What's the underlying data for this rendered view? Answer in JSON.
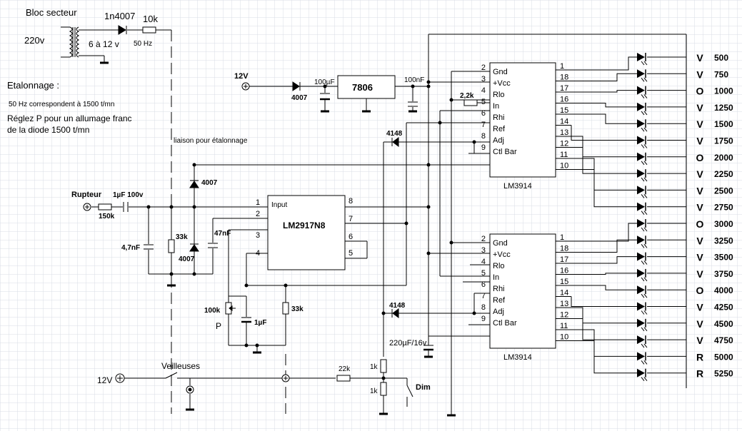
{
  "colors": {
    "wire": "#000000",
    "grid": "#d9dde6",
    "background": "#ffffff"
  },
  "supply": {
    "title": "Bloc secteur",
    "diode": "1n4007",
    "resistor": "10k",
    "primary": "220v",
    "secondary": "6 à 12 v",
    "freq": "50  Hz"
  },
  "calibration": {
    "title": "Etalonnage :",
    "line1": "50  Hz correspondent à 1500 t/mn",
    "line2": "Réglez P pour un allumage franc",
    "line3": "de la diode 1500 t/mn",
    "link": "liaison pour étalonnage"
  },
  "power": {
    "input": "12V",
    "diode": "4007",
    "cap_in": "100µF",
    "regulator": "7806",
    "cap_out": "100nF"
  },
  "input_stage": {
    "rupteur": "Rupteur",
    "r_in": "150k",
    "c_in": "1µF 100v",
    "c_filter": "4,7nF",
    "r_bias": "33k",
    "d_top": "4007",
    "d_bottom": "4007",
    "c_47n": "47nF"
  },
  "lm2917": {
    "name": "LM2917N8",
    "input_label": "Input",
    "pins": {
      "p1": "1",
      "p2": "2",
      "p3": "3",
      "p4": "4",
      "p5": "5",
      "p6": "6",
      "p7": "7",
      "p8": "8"
    }
  },
  "adjust": {
    "pot": "100k",
    "pot_name": "P",
    "cap": "1µF",
    "r_load": "33k"
  },
  "lm3914": {
    "name": "LM3914",
    "pin_labels": {
      "gnd": "Gnd",
      "vcc": "+Vcc",
      "rlo": "Rlo",
      "in": "In",
      "rhi": "Rhi",
      "ref": "Ref",
      "adj": "Adj",
      "ctl": "Ctl Bar"
    },
    "left_pins": [
      "2",
      "3",
      "4",
      "5",
      "6",
      "7",
      "8",
      "9"
    ],
    "right_pins": [
      "1",
      "18",
      "17",
      "16",
      "15",
      "14",
      "13",
      "12",
      "11",
      "10"
    ],
    "r_rlo": "2,2k",
    "diode": "4148",
    "cap_ctl": "220µF/16v"
  },
  "leds": [
    {
      "color": "V",
      "rpm": "500"
    },
    {
      "color": "V",
      "rpm": "750"
    },
    {
      "color": "O",
      "rpm": "1000"
    },
    {
      "color": "V",
      "rpm": "1250"
    },
    {
      "color": "V",
      "rpm": "1500"
    },
    {
      "color": "V",
      "rpm": "1750"
    },
    {
      "color": "O",
      "rpm": "2000"
    },
    {
      "color": "V",
      "rpm": "2250"
    },
    {
      "color": "V",
      "rpm": "2500"
    },
    {
      "color": "V",
      "rpm": "2750"
    },
    {
      "color": "O",
      "rpm": "3000"
    },
    {
      "color": "V",
      "rpm": "3250"
    },
    {
      "color": "V",
      "rpm": "3500"
    },
    {
      "color": "V",
      "rpm": "3750"
    },
    {
      "color": "O",
      "rpm": "4000"
    },
    {
      "color": "V",
      "rpm": "4250"
    },
    {
      "color": "V",
      "rpm": "4500"
    },
    {
      "color": "V",
      "rpm": "4750"
    },
    {
      "color": "R",
      "rpm": "5000"
    },
    {
      "color": "R",
      "rpm": "5250"
    }
  ],
  "night": {
    "input": "12V",
    "switch_label": "Veilleuses",
    "r_series": "22k",
    "r_top": "1k",
    "r_bottom": "1k",
    "dim": "Dim"
  }
}
